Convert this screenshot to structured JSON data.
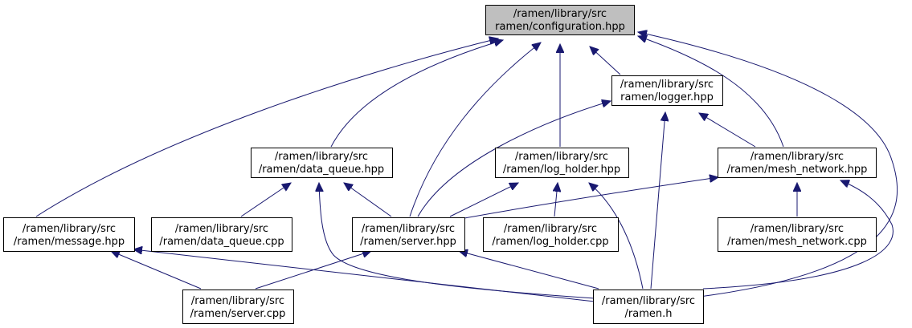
{
  "nodes": {
    "configuration_hpp": {
      "line1": "/ramen/library/src",
      "line2": "ramen/configuration.hpp"
    },
    "logger_hpp": {
      "line1": "/ramen/library/src",
      "line2": "ramen/logger.hpp"
    },
    "data_queue_hpp": {
      "line1": "/ramen/library/src",
      "line2": "/ramen/data_queue.hpp"
    },
    "log_holder_hpp": {
      "line1": "/ramen/library/src",
      "line2": "/ramen/log_holder.hpp"
    },
    "mesh_network_hpp": {
      "line1": "/ramen/library/src",
      "line2": "/ramen/mesh_network.hpp"
    },
    "message_hpp": {
      "line1": "/ramen/library/src",
      "line2": "/ramen/message.hpp"
    },
    "data_queue_cpp": {
      "line1": "/ramen/library/src",
      "line2": "/ramen/data_queue.cpp"
    },
    "server_hpp": {
      "line1": "/ramen/library/src",
      "line2": "/ramen/server.hpp"
    },
    "log_holder_cpp": {
      "line1": "/ramen/library/src",
      "line2": "/ramen/log_holder.cpp"
    },
    "mesh_network_cpp": {
      "line1": "/ramen/library/src",
      "line2": "/ramen/mesh_network.cpp"
    },
    "server_cpp": {
      "line1": "/ramen/library/src",
      "line2": "/ramen/server.cpp"
    },
    "ramen_h": {
      "line1": "/ramen/library/src",
      "line2": "/ramen.h"
    }
  }
}
